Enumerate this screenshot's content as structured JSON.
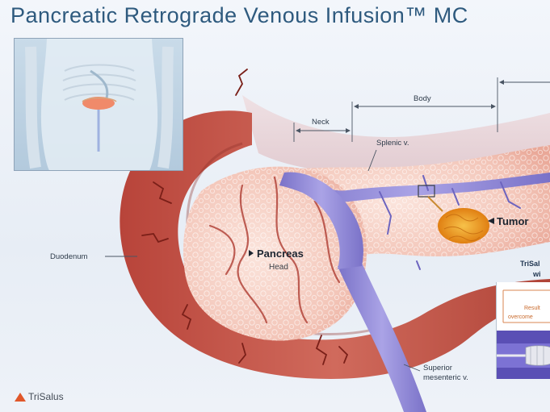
{
  "title": "Pancreatic Retrograde Venous Infusion™ MC",
  "labels": {
    "neck": "Neck",
    "body": "Body",
    "splenic_vein": "Splenic v.",
    "tumor": "Tumor",
    "duodenum": "Duodenum",
    "pancreas": "Pancreas",
    "head": "Head",
    "superior_line1": "Superior",
    "superior_line2": "mesenteric v.",
    "trisalus_line1": "TriSal",
    "trisalus_line2": "wi",
    "result_line1": "Result",
    "result_line2": "overcome"
  },
  "logo": {
    "text": "TriSalus",
    "mark": "triangle-logo-icon"
  },
  "colors": {
    "title": "#2e5a7e",
    "pancreas": "#f6d2c8",
    "vein": "#8e86d6",
    "duodenum": "#c9574a",
    "tumor": "#f29a1c",
    "logo_accent": "#e0572a"
  }
}
